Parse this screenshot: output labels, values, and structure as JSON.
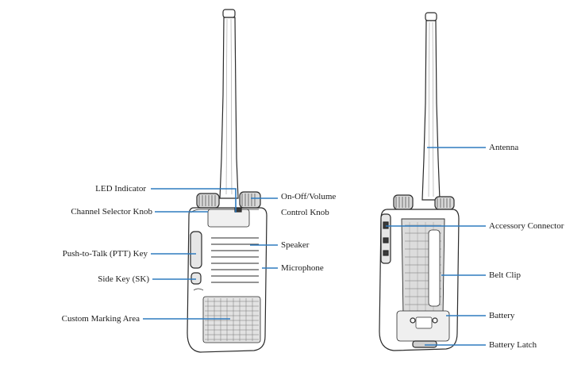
{
  "colors": {
    "leader": "#2e7bbf",
    "outline": "#2a2a2a",
    "shade": "#cfcfcf",
    "dark": "#3a3a3a"
  },
  "front_view": {
    "labels": {
      "led_indicator": "LED Indicator",
      "channel_selector_knob": "Channel Selector Knob",
      "ptt_key": "Push-to-Talk (PTT) Key",
      "side_key": "Side Key (SK)",
      "custom_marking_area": "Custom Marking Area",
      "on_off_volume_line1": "On-Off/Volume",
      "on_off_volume_line2": "Control Knob",
      "speaker": "Speaker",
      "microphone": "Microphone"
    }
  },
  "back_view": {
    "labels": {
      "antenna": "Antenna",
      "accessory_connector": "Accessory Connector",
      "belt_clip": "Belt Clip",
      "battery": "Battery",
      "battery_latch": "Battery Latch"
    }
  }
}
